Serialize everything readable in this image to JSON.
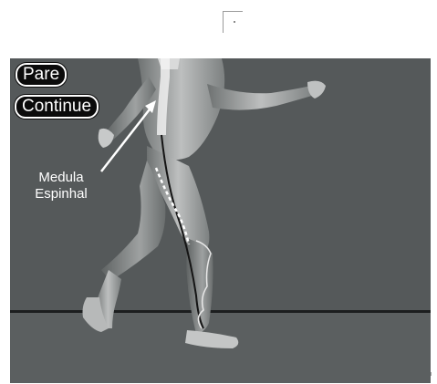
{
  "controls": {
    "stop_label": "Pare",
    "continue_label": "Continue"
  },
  "annotation": {
    "line1": "Medula",
    "line2": "Espinhal"
  },
  "colors": {
    "stage_bg": "#55595a",
    "button_bg": "#0b0b0b",
    "button_text": "#ffffff",
    "floor_line": "#1c1e1f"
  },
  "icons": {
    "corner": "corner-bracket-icon"
  }
}
